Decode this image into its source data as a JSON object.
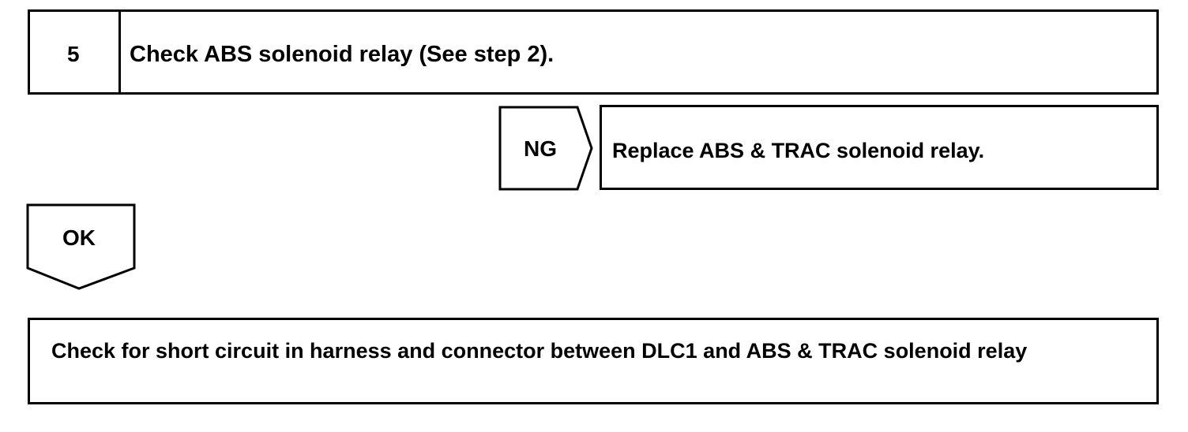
{
  "step": {
    "number": "5",
    "title": "Check ABS solenoid relay (See step 2)."
  },
  "ng_branch": {
    "label": "NG",
    "action": "Replace ABS & TRAC solenoid relay."
  },
  "ok_branch": {
    "label": "OK"
  },
  "next_step": {
    "text": "Check for short circuit in harness and connector between DLC1 and ABS & TRAC solenoid relay"
  }
}
